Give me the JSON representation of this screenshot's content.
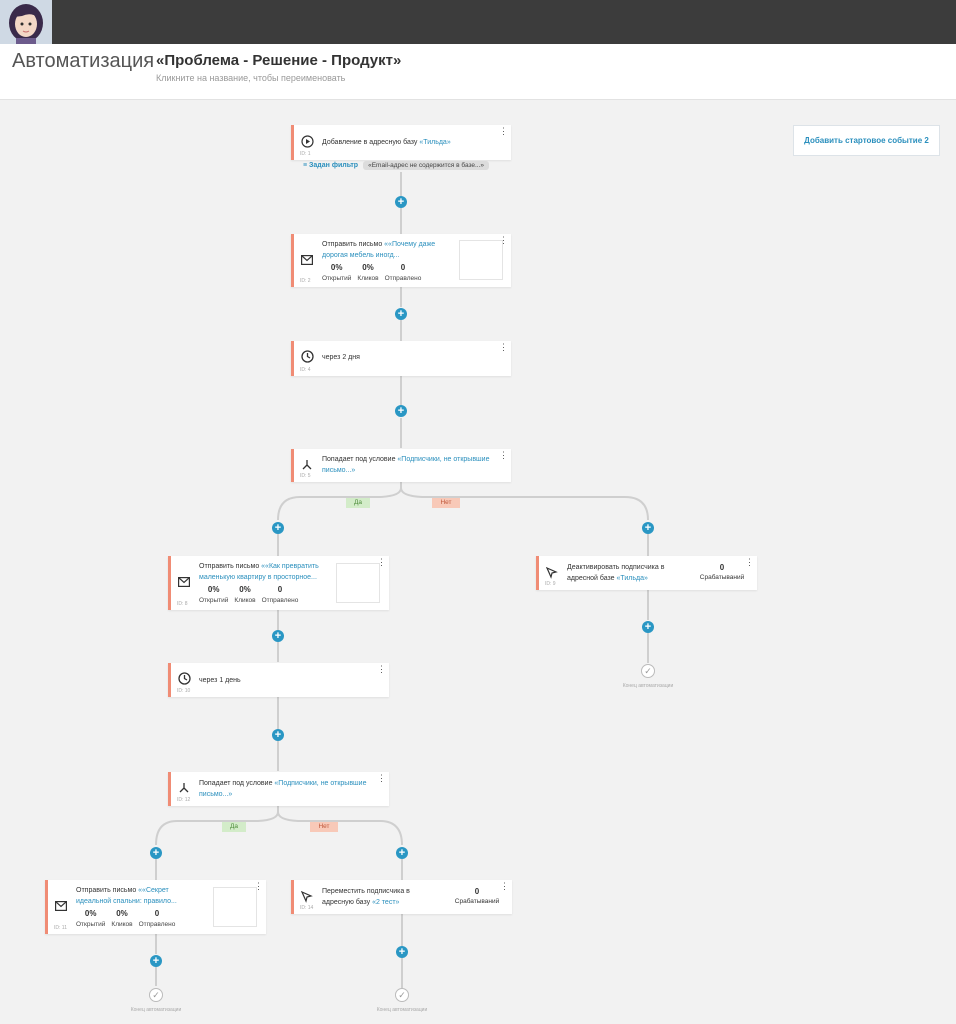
{
  "header": {
    "page_title": "Автоматизация",
    "automation_name": "«Проблема - Решение - Продукт»",
    "rename_hint": "Кликните на название, чтобы переименовать"
  },
  "start_event_button": "Добавить стартовое событие 2",
  "filter": {
    "label": "Задан фильтр",
    "value": "«Email-адрес не содержится в базе...»"
  },
  "cards": {
    "c1": {
      "id": "ID: 1",
      "text": "Добавление в адресную базу ",
      "link": "«Тильда»"
    },
    "c2": {
      "id": "ID: 2",
      "text": "Отправить письмо ",
      "link": "««Почему даже дорогая мебель иногд...",
      "stats": [
        {
          "num": "0%",
          "lbl": "Открытий"
        },
        {
          "num": "0%",
          "lbl": "Кликов"
        },
        {
          "num": "0",
          "lbl": "Отправлено"
        }
      ]
    },
    "c4": {
      "id": "ID: 4",
      "text": "через 2 дня"
    },
    "c5": {
      "id": "ID: 5",
      "text": "Попадает под условие ",
      "link": "«Подписчики, не открывшие письмо...»"
    },
    "c8": {
      "id": "ID: 8",
      "text": "Отправить письмо ",
      "link": "««Как превратить маленькую квартиру в просторное...",
      "stats": [
        {
          "num": "0%",
          "lbl": "Открытий"
        },
        {
          "num": "0%",
          "lbl": "Кликов"
        },
        {
          "num": "0",
          "lbl": "Отправлено"
        }
      ]
    },
    "c9": {
      "id": "ID: 9",
      "text": "Деактивировать подписчика в адресной базе ",
      "link": "«Тильда»",
      "trig_num": "0",
      "trig_lbl": "Срабатываний"
    },
    "c10": {
      "id": "ID: 10",
      "text": "через 1 день"
    },
    "c12": {
      "id": "ID: 12",
      "text": "Попадает под условие ",
      "link": "«Подписчики, не открывшие письмо...»"
    },
    "c11": {
      "id": "ID: 11",
      "text": "Отправить письмо ",
      "link": "««Секрет идеальной спальни: правило...",
      "stats": [
        {
          "num": "0%",
          "lbl": "Открытий"
        },
        {
          "num": "0%",
          "lbl": "Кликов"
        },
        {
          "num": "0",
          "lbl": "Отправлено"
        }
      ]
    },
    "c14": {
      "id": "ID: 14",
      "text": "Переместить подписчика в адресную базу ",
      "link": "«2 тест»",
      "trig_num": "0",
      "trig_lbl": "Срабатываний"
    }
  },
  "branch": {
    "yes": "Да",
    "no": "Нет"
  },
  "end_label": "Конец автоматизации",
  "icons": {
    "play": "play-icon",
    "mail": "mail-icon",
    "clock": "clock-icon",
    "fork": "fork-icon",
    "cursor": "cursor-icon",
    "check": "check-icon",
    "filter": "filter-icon",
    "more": "more-icon"
  },
  "colors": {
    "accent": "#2a97c4",
    "card_border": "#f08c75",
    "yes_bg": "#d3ecc9",
    "no_bg": "#f8c9b8"
  }
}
